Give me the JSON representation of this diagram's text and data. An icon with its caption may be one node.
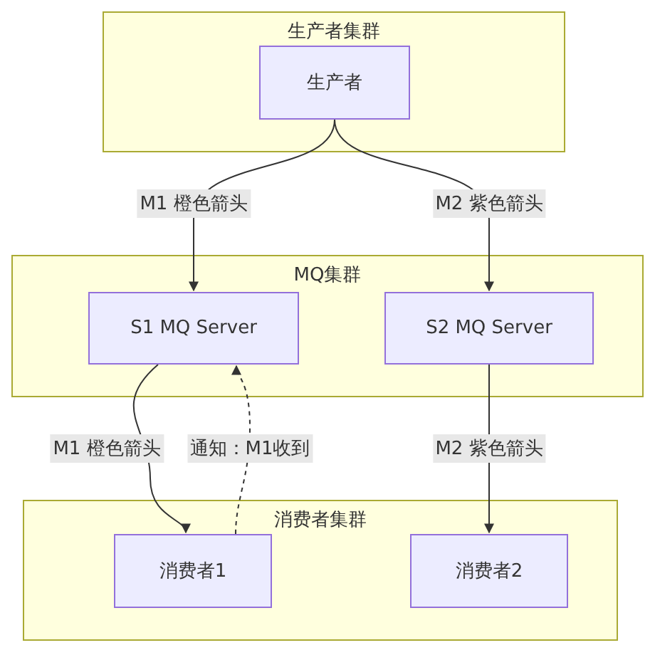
{
  "diagram": {
    "nodes": [
      {
        "text": [
          "生产者集群"
        ]
      },
      {
        "text": [
          "生产者"
        ],
        "in": 0
      },
      {
        "text": [
          "MQ集群"
        ]
      },
      {
        "text": [
          "S1 MQ Server"
        ],
        "in": 2
      },
      {
        "text": [
          "S2 MQ Server"
        ],
        "in": 2
      },
      {
        "text": [
          "消费者集群"
        ]
      },
      {
        "text": [
          "消费者1"
        ],
        "in": 5
      },
      {
        "text": [
          "消费者2"
        ],
        "in": 5
      }
    ],
    "edges": [
      {
        "from": 1,
        "to": 3,
        "arrow": "to",
        "label": "M1 橙色箭头"
      },
      {
        "from": 1,
        "to": 4,
        "arrow": "to",
        "label": "M2 紫色箭头"
      },
      {
        "from": 3,
        "to": 6,
        "arrow": "to",
        "label": "M1 橙色箭头"
      },
      {
        "from": 6,
        "to": 3,
        "arrow": "to",
        "label": "通知：M1收到",
        "style": "dashed"
      },
      {
        "from": 4,
        "to": 7,
        "arrow": "to",
        "label": "M2 紫色箭头"
      }
    ]
  }
}
